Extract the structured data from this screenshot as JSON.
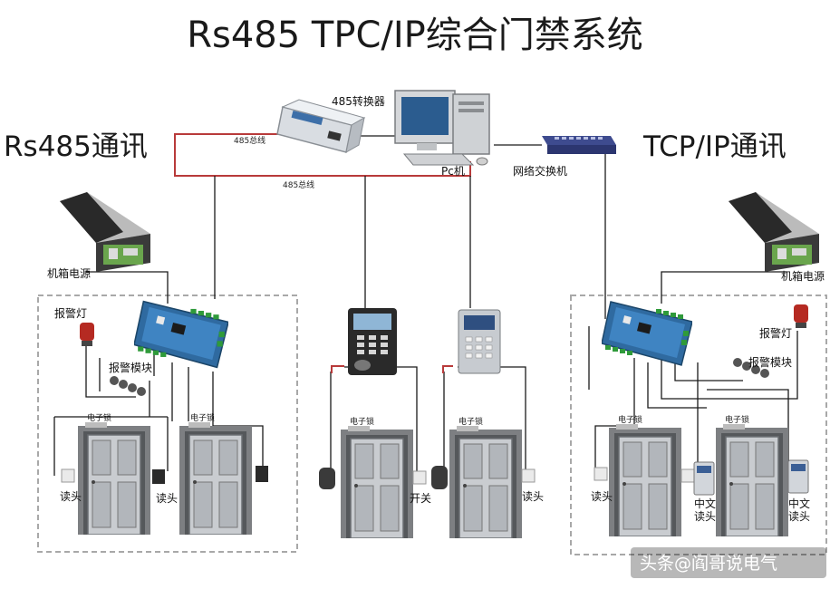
{
  "title": "Rs485  TPC/IP综合门禁系统",
  "left_heading": "Rs485通讯",
  "right_heading": "TCP/IP通讯",
  "labels": {
    "converter": "485转换器",
    "bus_upper": "485总线",
    "bus_lower": "485总线",
    "pc": "Pc机",
    "switch": "网络交换机",
    "psu_left": "机箱电源",
    "psu_right": "机箱电源",
    "alarm_light_left": "报警灯",
    "alarm_module_left": "报警模块",
    "alarm_light_right": "报警灯",
    "alarm_module_right": "报警模块",
    "reader_1": "读头",
    "reader_2": "读头",
    "switch_btn": "开关",
    "reader_3": "读头",
    "reader_4": "读头",
    "reader_cn_1": "中文\n读头",
    "reader_cn_2": "中文\n读头",
    "lock_tag": "电子锁"
  },
  "watermark": "头条@阎哥说电气"
}
